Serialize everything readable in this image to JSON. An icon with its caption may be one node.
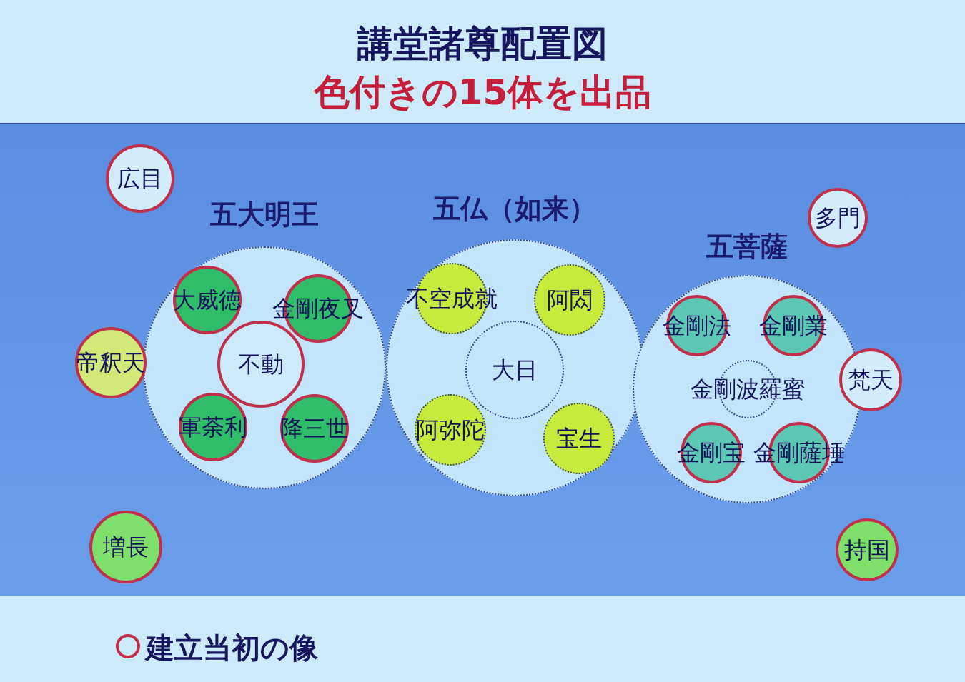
{
  "diagram": {
    "title": "講堂諸尊配置図",
    "nodes": [
      {
        "text": [
          "広目"
        ]
      },
      {
        "text": [
          "多門"
        ]
      },
      {
        "text": [
          "五大明王"
        ]
      },
      {
        "text": [
          "大威徳"
        ],
        "in": 2
      },
      {
        "text": [
          "金剛夜叉"
        ],
        "in": 2
      },
      {
        "text": [
          "不動"
        ],
        "in": 2
      },
      {
        "text": [
          "軍荼利"
        ],
        "in": 2
      },
      {
        "text": [
          "降三世"
        ],
        "in": 2
      },
      {
        "text": [
          "五仏（如来）"
        ]
      },
      {
        "text": [
          "不空成就"
        ],
        "in": 8
      },
      {
        "text": [
          "阿閦"
        ],
        "in": 8
      },
      {
        "text": [
          "大日"
        ],
        "in": 8
      },
      {
        "text": [
          "阿弥陀"
        ],
        "in": 8
      },
      {
        "text": [
          "宝生"
        ],
        "in": 8
      },
      {
        "text": [
          "五菩薩"
        ]
      },
      {
        "text": [
          "金剛法"
        ],
        "in": 14
      },
      {
        "text": [
          "金剛業"
        ],
        "in": 14
      },
      {
        "text": [
          "金剛波羅蜜"
        ],
        "in": 14
      },
      {
        "text": [
          "金剛宝"
        ],
        "in": 14
      },
      {
        "text": [
          "金剛薩埵"
        ],
        "in": 14
      },
      {
        "text": [
          "帝釈天"
        ]
      },
      {
        "text": [
          "梵天"
        ]
      },
      {
        "text": [
          "増長"
        ]
      },
      {
        "text": [
          "持国"
        ]
      }
    ],
    "labels": [
      "色付きの15体を出品"
    ],
    "legend": [
      {
        "text": "建立当初の像"
      }
    ]
  }
}
